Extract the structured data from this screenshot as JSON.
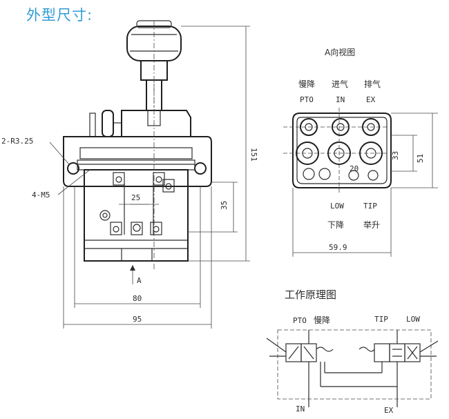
{
  "title": "外型尺寸:",
  "front_view": {
    "label_radius": "2-R3.25",
    "label_thread": "4-M5",
    "dim_25": "25",
    "dim_35": "35",
    "dim_151": "151",
    "dim_80": "80",
    "dim_95": "95",
    "arrow_label": "A"
  },
  "a_view": {
    "title": "A向视图",
    "top_labels": [
      {
        "cn": "慢降",
        "en": "PTO"
      },
      {
        "cn": "进气",
        "en": "IN"
      },
      {
        "cn": "排气",
        "en": "EX"
      }
    ],
    "bottom_labels": [
      {
        "en": "LOW",
        "cn": "下降"
      },
      {
        "en": "TIP",
        "cn": "举升"
      }
    ],
    "dim_33": "33",
    "dim_51": "51",
    "dim_20": "20",
    "dim_59_9": "59.9"
  },
  "schematic": {
    "title": "工作原理图",
    "pto": "PTO",
    "pto_cn": "慢降",
    "tip": "TIP",
    "low": "LOW",
    "in": "IN",
    "ex": "EX"
  }
}
